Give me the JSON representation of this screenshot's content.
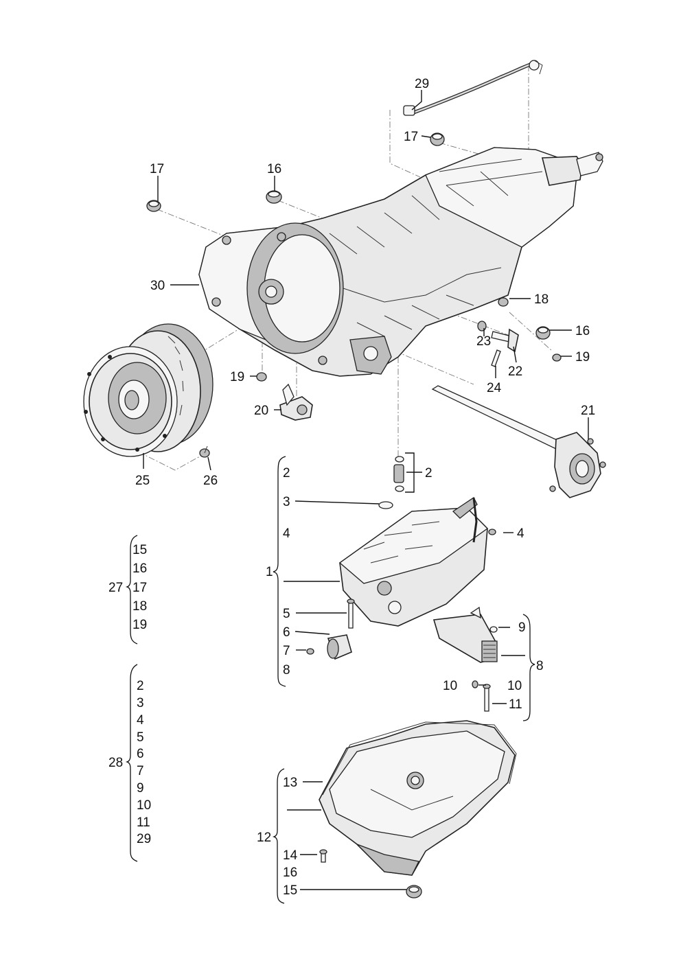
{
  "callouts": {
    "c1": "1",
    "c2a": "2",
    "c2b": "2",
    "c3": "3",
    "c4a": "4",
    "c4b": "4",
    "c5": "5",
    "c6": "6",
    "c7": "7",
    "c8a": "8",
    "c8b": "8",
    "c9": "9",
    "c10a": "10",
    "c10b": "10",
    "c11": "11",
    "c12": "12",
    "c13": "13",
    "c14": "14",
    "c15": "15",
    "c16pan": "16",
    "c16top": "16",
    "c16right": "16",
    "c17left": "17",
    "c17top": "17",
    "c18": "18",
    "c19left": "19",
    "c19right": "19",
    "c20": "20",
    "c21": "21",
    "c22": "22",
    "c23": "23",
    "c24": "24",
    "c25": "25",
    "c26": "26",
    "c29": "29",
    "c30": "30"
  },
  "groups": {
    "g27": {
      "label": "27",
      "items": [
        "15",
        "16",
        "17",
        "18",
        "19"
      ]
    },
    "g28": {
      "label": "28",
      "items": [
        "2",
        "3",
        "4",
        "5",
        "6",
        "7",
        "9",
        "10",
        "11",
        "29"
      ]
    }
  },
  "icons": [
    "transmission-housing-icon",
    "torque-converter-icon",
    "valve-body-icon",
    "oil-pan-icon",
    "drive-shaft-icon",
    "wiring-harness-icon"
  ]
}
